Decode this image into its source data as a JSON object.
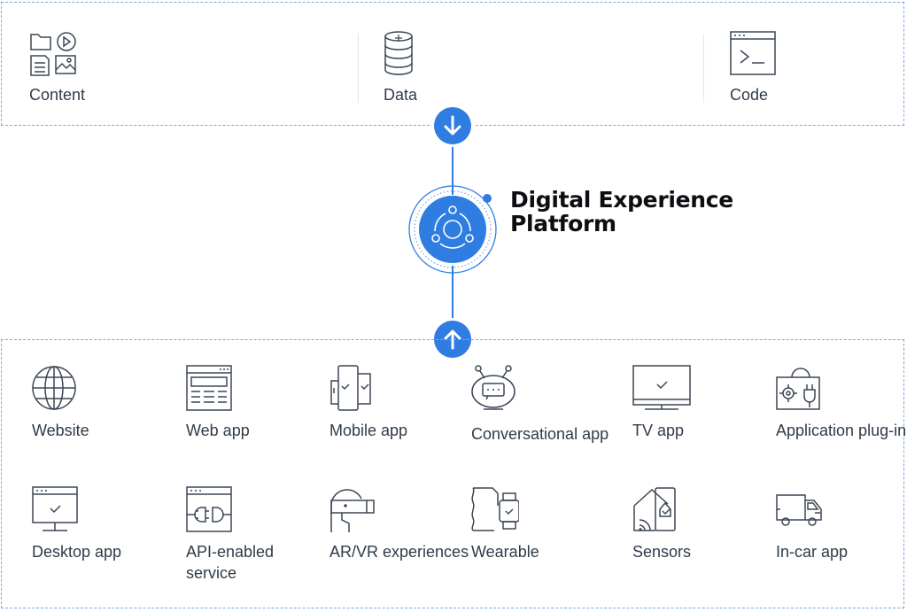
{
  "sources": [
    {
      "label": "Content",
      "icon": "content-files-icon"
    },
    {
      "label": "Data",
      "icon": "database-icon"
    },
    {
      "label": "Code",
      "icon": "terminal-icon"
    }
  ],
  "platform": {
    "title_line1": "Digital Experience",
    "title_line2": "Platform",
    "icon": "platform-hub-icon"
  },
  "channels_row1": [
    {
      "label": "Website",
      "icon": "globe-icon"
    },
    {
      "label": "Web app",
      "icon": "web-app-icon"
    },
    {
      "label": "Mobile app",
      "icon": "mobile-devices-icon"
    },
    {
      "label": "Conversational app",
      "icon": "chatbot-icon"
    },
    {
      "label": "TV app",
      "icon": "tv-icon"
    },
    {
      "label": "Application plug-in",
      "icon": "plugin-icon"
    }
  ],
  "channels_row2": [
    {
      "label": "Desktop app",
      "icon": "desktop-icon"
    },
    {
      "label": "API-enabled service",
      "icon": "api-plug-icon"
    },
    {
      "label": "AR/VR experiences",
      "icon": "vr-headset-icon"
    },
    {
      "label": "Wearable",
      "icon": "smartwatch-icon"
    },
    {
      "label": "Sensors",
      "icon": "sensor-icon"
    },
    {
      "label": "In-car app",
      "icon": "van-icon"
    }
  ],
  "colors": {
    "accent": "#2f7de1",
    "border": "#7aa9e6",
    "text": "#2f3b4a",
    "icon_stroke": "#3c4655"
  }
}
